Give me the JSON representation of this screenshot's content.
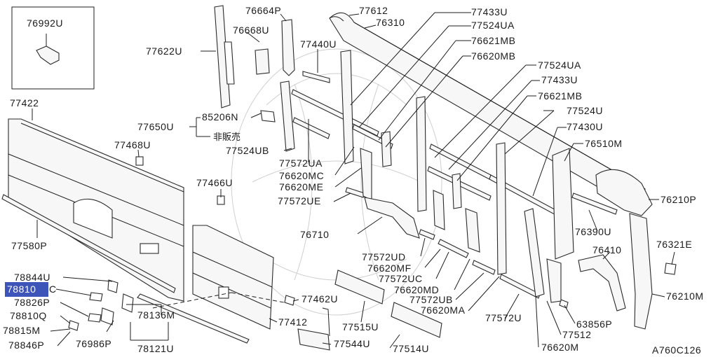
{
  "diagram": {
    "code": "A760C126",
    "highlighted": "78810",
    "highlight_color": "#3d55b8",
    "callouts": [
      {
        "id": "76992U",
        "text": "76992U"
      },
      {
        "id": "77622U",
        "text": "77622U"
      },
      {
        "id": "76664P",
        "text": "76664P"
      },
      {
        "id": "76668U",
        "text": "76668U"
      },
      {
        "id": "77612",
        "text": "77612"
      },
      {
        "id": "76310",
        "text": "76310"
      },
      {
        "id": "77433U-a",
        "text": "77433U"
      },
      {
        "id": "77524UA-a",
        "text": "77524UA"
      },
      {
        "id": "76621MB-a",
        "text": "76621MB"
      },
      {
        "id": "76620MB",
        "text": "76620MB"
      },
      {
        "id": "77524UA-b",
        "text": "77524UA"
      },
      {
        "id": "77433U-b",
        "text": "77433U"
      },
      {
        "id": "76621MB-b",
        "text": "76621MB"
      },
      {
        "id": "77524U",
        "text": "77524U"
      },
      {
        "id": "77430U",
        "text": "77430U"
      },
      {
        "id": "76510M",
        "text": "76510M"
      },
      {
        "id": "77440U",
        "text": "77440U"
      },
      {
        "id": "77422",
        "text": "77422"
      },
      {
        "id": "77650U",
        "text": "77650U"
      },
      {
        "id": "85206N",
        "text": "85206N"
      },
      {
        "id": "not-for-sale",
        "text": "非販売"
      },
      {
        "id": "77468U",
        "text": "77468U"
      },
      {
        "id": "77524UB",
        "text": "77524UB"
      },
      {
        "id": "77572UA",
        "text": "77572UA"
      },
      {
        "id": "76620MC",
        "text": "76620MC"
      },
      {
        "id": "76620ME",
        "text": "76620ME"
      },
      {
        "id": "77466U",
        "text": "77466U"
      },
      {
        "id": "77572UE",
        "text": "77572UE"
      },
      {
        "id": "76210P",
        "text": "76210P"
      },
      {
        "id": "77580P",
        "text": "77580P"
      },
      {
        "id": "76710",
        "text": "76710"
      },
      {
        "id": "76390U",
        "text": "76390U"
      },
      {
        "id": "76321E",
        "text": "76321E"
      },
      {
        "id": "77572UD",
        "text": "77572UD"
      },
      {
        "id": "76410",
        "text": "76410"
      },
      {
        "id": "76620MF",
        "text": "76620MF"
      },
      {
        "id": "78844U",
        "text": "78844U"
      },
      {
        "id": "78810",
        "text": "78810"
      },
      {
        "id": "77572UC",
        "text": "77572UC"
      },
      {
        "id": "76620MD",
        "text": "76620MD"
      },
      {
        "id": "76210M",
        "text": "76210M"
      },
      {
        "id": "78826P",
        "text": "78826P"
      },
      {
        "id": "77462U",
        "text": "77462U"
      },
      {
        "id": "77572UB",
        "text": "77572UB"
      },
      {
        "id": "76620MA",
        "text": "76620MA"
      },
      {
        "id": "78810Q",
        "text": "78810Q"
      },
      {
        "id": "78136M",
        "text": "78136M"
      },
      {
        "id": "77412",
        "text": "77412"
      },
      {
        "id": "77515U",
        "text": "77515U"
      },
      {
        "id": "77572U",
        "text": "77572U"
      },
      {
        "id": "63856P",
        "text": "63856P"
      },
      {
        "id": "78815M",
        "text": "78815M"
      },
      {
        "id": "77512",
        "text": "77512"
      },
      {
        "id": "78846P",
        "text": "78846P"
      },
      {
        "id": "76986P",
        "text": "76986P"
      },
      {
        "id": "77544U",
        "text": "77544U"
      },
      {
        "id": "77514U",
        "text": "77514U"
      },
      {
        "id": "78121U",
        "text": "78121U"
      },
      {
        "id": "76620M",
        "text": "76620M"
      }
    ]
  }
}
